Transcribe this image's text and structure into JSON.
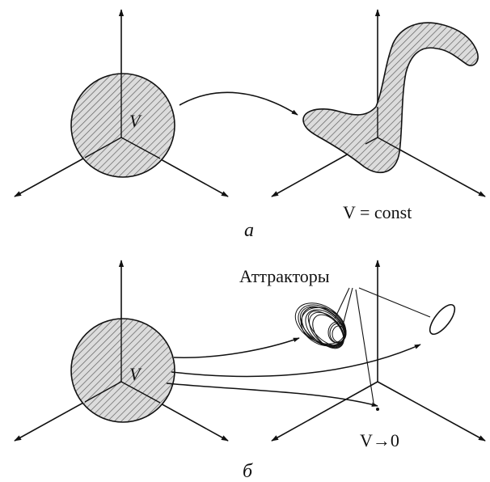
{
  "panel_a": {
    "volume_symbol": "V",
    "volume_const_label": "V = const",
    "caption": "а"
  },
  "panel_b": {
    "volume_symbol": "V",
    "attractors_label": "Аттракторы",
    "volume_zero_label": "V→0",
    "caption": "б"
  },
  "colors": {
    "ink": "#111111",
    "hatch": "#555555",
    "fill": "#dcdcdc"
  }
}
